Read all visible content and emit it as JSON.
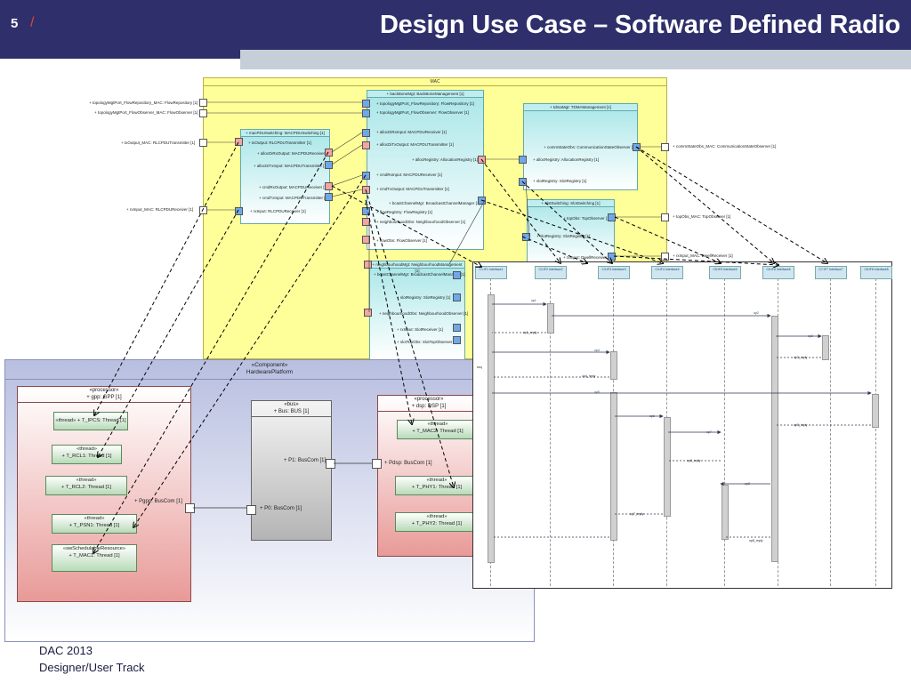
{
  "header": {
    "page_number": "5",
    "slash": "/",
    "title": "Design Use Case – Software Defined Radio"
  },
  "footer": {
    "line1": "DAC 2013",
    "line2": "Designer/User Track"
  },
  "colors": {
    "header_bg": "#2e2f6b",
    "mac_bg": "#ffff99",
    "component_bg": "#a8e6e8",
    "processor_bg": "#e89a98",
    "thread_bg": "#b8dab8",
    "platform_bg": "#b8bfe0"
  },
  "mac": {
    "title": "MAC",
    "left_ports": [
      "+ topologyMgtPort_FlowRepository_MAC: FlowRepository [1]",
      "+ topologyMgtPort_FlowObserver_MAC: FlowObserver [1]",
      "+ txOutput_MAC: RLCPDUTransmitter [1]",
      "+ rxInput_MAC: RLCPDUReceiver [1]"
    ],
    "right_ports": [
      "+ commStateObs_MAC: CommunicationStateObserver [1]",
      "+ topObs_MAC: TopObserver [1]",
      "+ rxInput_MAC: DwellReceiver [1]"
    ],
    "mac_pdu": {
      "title": "+ macPDUSwitching: MACPDUSwitching [1]",
      "items": [
        "+ txOutput: RLCPDUTransmitter [1]",
        "+ allocDiRxOutput: MACPDUReceiver [1]",
        "+ allocDiTxInput: MACPDUTransmitter [1]",
        "+ cmdRxOutput: MACPDUReceiver [1]",
        "+ cmdTxInput: MACPDUTransmitter [1]",
        "+ rxInput: RLCPDUReceiver [1]"
      ]
    },
    "backbone": {
      "title": "+ backBoneMgt: BackBoneManagement [1]",
      "items": [
        "+ topologyMgtPort_FlowRepository: FlowRepository [1]",
        "+ topologyMgtPort_FlowObserver: FlowObserver [1]",
        "+ allocDiRxInput: MACPDUReceiver [1]",
        "+ allocDiTxOutput: MACPDUTransmitter [1]",
        "+ allocRegistry: AllocationRegistry [1]",
        "+ cmdRxInput: MACPDUReceiver [1]",
        "+ cmdTxOutput: MACPDUTransmitter [1]",
        "+ bcastChannelMgr: BroadcastChannelManager [1]",
        "+ flowRegistry: FlowRegistry [1]",
        "+ neighbourhoodObs: NeighbourhoodObserver [1]",
        "+ flowObs: FlowObserver [1]"
      ]
    },
    "tdma": {
      "title": "+ tdmaMgt: TDMAManagement [1]",
      "items": [
        "+ commStateObs: CommunicationStateObserver [1]",
        "+ allocRegistry: AllocationRegistry [1]",
        "+ slotRegistry: SlotRegistry [1]"
      ]
    },
    "slot": {
      "title": "+ slotSwitching: SlotSwitching [1]",
      "items": [
        "+ topObs: TopObserver [1]",
        "+ slotRegistry: SlotRegistry [1]",
        "+ rxInput: DwellReceiver [1]"
      ]
    },
    "neighbour": {
      "title": "+ neighbourhoodMgt: NeighbourhoodManagement [1]",
      "items": [
        "+ bcastChannelMgr: BroadcastChannelManager [1]",
        "+ slotRegistry: SlotRegistry [1]",
        "+ neighbourhoodObs: NeighbourhoodObserver [1]",
        "+ rxInput: SlotReceiver [1]",
        "+ slotTopObs: SlotTopObserver [1]"
      ]
    }
  },
  "hardware": {
    "stereotype": "«Component»",
    "name": "HardwarePlatform",
    "gpp": {
      "stereotype": "«processor»",
      "name": "+ gpp: GPP [1]",
      "port": "+ Pgpp: BusCom [1]"
    },
    "gpp_threads": [
      {
        "stereotype": "«thread»",
        "name": "+ T_IPCS: Thread [1]",
        "inline": "«thread»  + T_IPCS: Thread [1]"
      },
      {
        "stereotype": "«thread»",
        "name": "+ T_RCL1: Thread [1]"
      },
      {
        "stereotype": "«thread»",
        "name": "+ T_RCL2: Thread [1]"
      },
      {
        "stereotype": "«thread»",
        "name": "+ T_PSN1: Thread [1]"
      },
      {
        "stereotype": "«swSchedulableResource»",
        "name": "+ T_MAC1: Thread [1]"
      }
    ],
    "bus": {
      "stereotype": "«bus»",
      "name": "+ Bus: BUS [1]",
      "p1": "+ P1: BusCom [1]",
      "p0": "+ P0: BusCom [1]"
    },
    "dsp": {
      "stereotype": "«processor»",
      "name": "+ dsp: DSP [1]",
      "port": "+ Pdsp: BusCom [1]"
    },
    "dsp_threads": [
      {
        "stereotype": "«thread»",
        "name": "+ T_MAC2: Thread [1]"
      },
      {
        "stereotype": "«thread»",
        "name": "+ T_PHY1: Thread [1]"
      },
      {
        "stereotype": "«thread»",
        "name": "+ T_PHY2: Thread [1]"
      }
    ]
  },
  "sequence": {
    "lifelines": [
      "C1:IF1 Interface1",
      "C2:IF2 Interface2",
      "C3:IF3 Interface3",
      "C4:IF4 Interface4",
      "C5:IF5 Interface5",
      "C6:IF6 Interface6",
      "C7:IF7 Interface7",
      "C8:IF8 Interface8"
    ],
    "messages": [
      "op1",
      "op1_reply",
      "op2",
      "op3",
      "op3_reply",
      "op4",
      "op4_reply",
      "op5",
      "op5_reply",
      "op6",
      "op6_reply",
      "op7",
      "op7_reply",
      "op8",
      "op8_reply"
    ],
    "frame_label": "seq"
  }
}
